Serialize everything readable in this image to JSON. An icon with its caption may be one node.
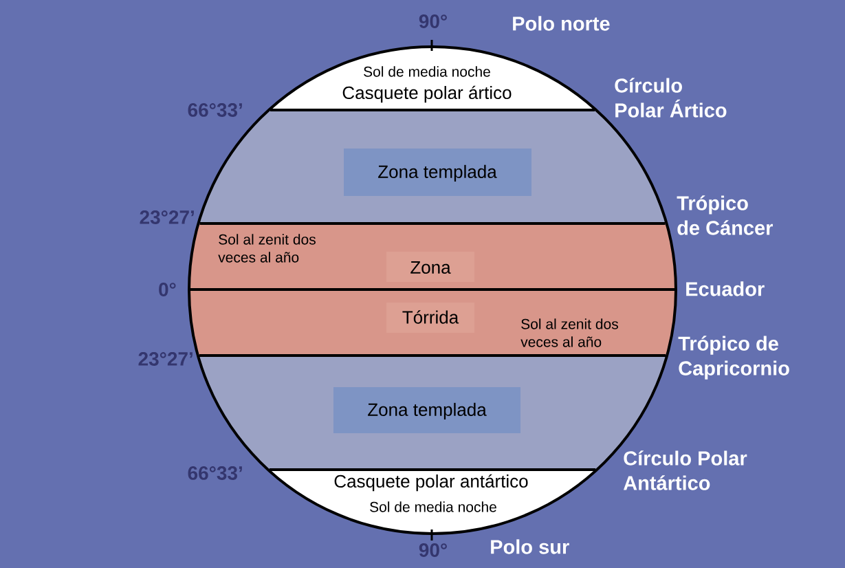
{
  "diagram": {
    "nodes": [
      {
        "text": [
          "Sol de media noche",
          "Casquete polar ártico"
        ]
      },
      {
        "text": [
          "Zona templada"
        ]
      },
      {
        "text": [
          "Sol al zenit dos veces al año",
          "Zona"
        ]
      },
      {
        "text": [
          "Tórrida",
          "Sol al zenit dos veces al año"
        ]
      },
      {
        "text": [
          "Zona templada"
        ]
      },
      {
        "text": [
          "Casquete polar antártico",
          "Sol de media noche"
        ]
      }
    ],
    "labels": [
      "90°",
      "Polo norte",
      "Círculo Polar Ártico",
      "66°33’",
      "Trópico de Cáncer",
      "23°27’",
      "0°",
      "Ecuador",
      "Trópico de Capricornio",
      "23°27’",
      "Círculo Polar Antártico",
      "66°33’",
      "90°",
      "Polo sur"
    ]
  }
}
